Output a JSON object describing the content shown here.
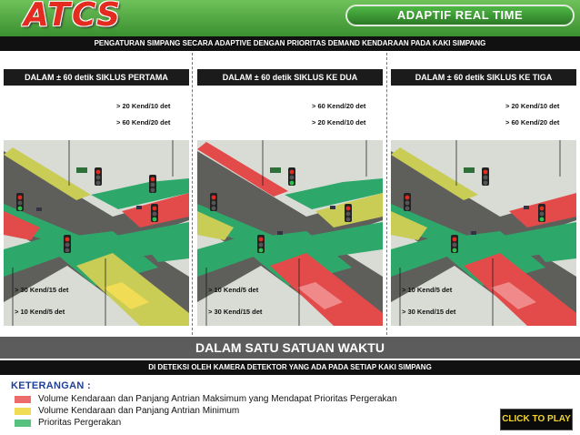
{
  "header": {
    "logo": "ATCS",
    "title": "ADAPTIF REAL TIME"
  },
  "subtitle": "PENGATURAN SIMPANG SECARA ADAPTIVE DENGAN PRIORITAS DEMAND  KENDARAAN  PADA KAKI SIMPANG",
  "panels": [
    {
      "heading": "DALAM ± 60 detik SIKLUS PERTAMA",
      "labels": [
        "> 20 Kend/10 det",
        "> 60 Kend/20 det",
        "> 30 Kend/15 det",
        "> 10 Kend/5 det"
      ]
    },
    {
      "heading": "DALAM ± 60 detik SIKLUS KE DUA",
      "labels": [
        "> 60 Kend/20 det",
        "> 20 Kend/10 det",
        "> 10 Kend/5 det",
        "> 30 Kend/15 det"
      ]
    },
    {
      "heading": "DALAM ± 60 detik SIKLUS KE TIGA",
      "labels": [
        "> 20 Kend/10 det",
        "> 60 Kend/20 det",
        "> 10 Kend/5 det",
        "> 30 Kend/15 det"
      ]
    }
  ],
  "footer": {
    "unit_bar": "DALAM SATU SATUAN WAKTU",
    "detector_bar": "DI  DETEKSI  OLEH KAMERA DETEKTOR YANG ADA PADA SETIAP KAKI  SIMPANG",
    "legend_title": "KETERANGAN :",
    "legend": [
      {
        "color": "#ee6b6b",
        "text": "Volume Kendaraan dan Panjang Antrian Maksimum yang Mendapat Prioritas  Pergerakan"
      },
      {
        "color": "#f1dc55",
        "text": "Volume Kendaraan dan Panjang Antrian Minimum"
      },
      {
        "color": "#57c27f",
        "text": "Prioritas  Pergerakan"
      }
    ],
    "play_button": "CLICK  TO  PLAY"
  },
  "colors": {
    "red": "#e34a4a",
    "yellow": "#c9cc55",
    "green": "#2ea86a",
    "header_green": "#4fb845"
  },
  "icons": [
    "traffic-light-icon",
    "detector-camera-icon"
  ]
}
